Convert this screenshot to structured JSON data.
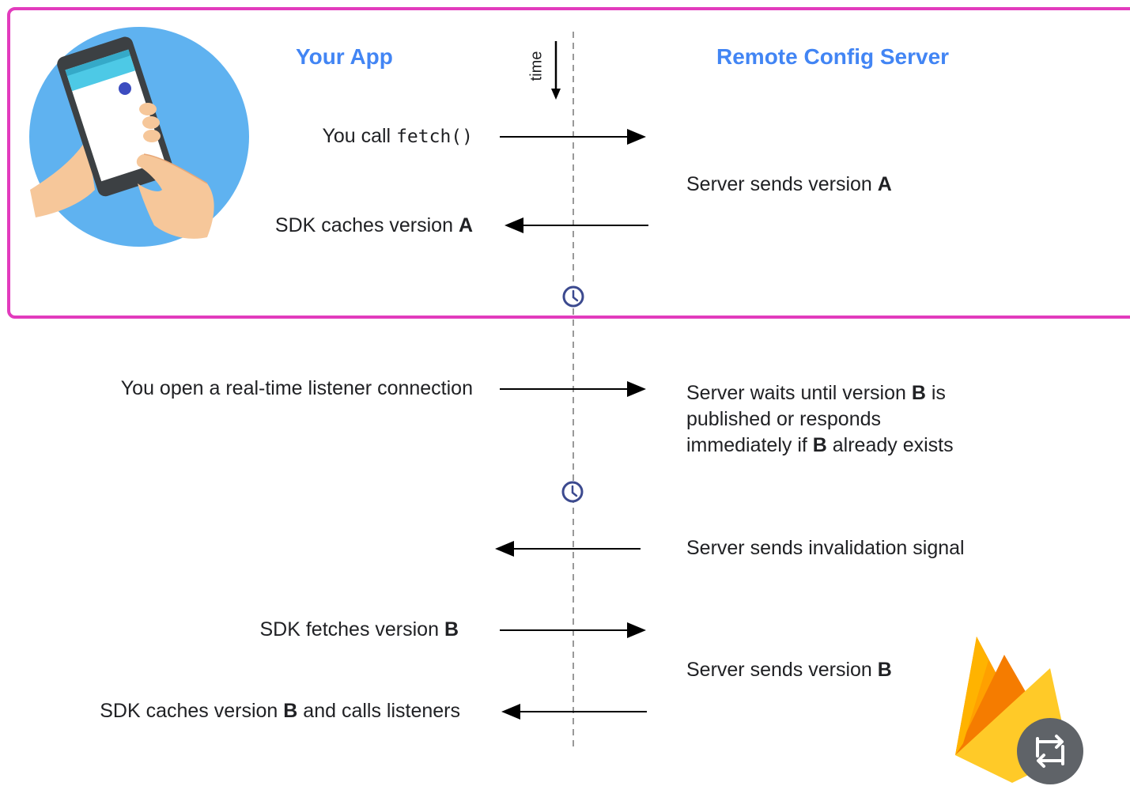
{
  "columns": {
    "left_header": "Your App",
    "right_header": "Remote Config Server",
    "time_label": "time"
  },
  "messages": {
    "m1": {
      "pre": "You call ",
      "code": "fetch()"
    },
    "m2": {
      "pre": "Server sends version ",
      "bold": "A"
    },
    "m3": {
      "pre": "SDK caches version ",
      "bold": "A"
    },
    "m4": {
      "text": "You open a real-time listener connection"
    },
    "m5": {
      "line1_pre": "Server waits until version ",
      "line1_bold": "B",
      "line1_post": " is",
      "line2": "published or responds",
      "line3_pre": "immediately if ",
      "line3_bold": "B",
      "line3_post": " already exists"
    },
    "m6": {
      "text": "Server sends invalidation signal"
    },
    "m7": {
      "pre": "SDK fetches version ",
      "bold": "B"
    },
    "m8": {
      "pre": "Server sends version ",
      "bold": "B"
    },
    "m9": {
      "pre": "SDK caches version ",
      "bold": "B",
      "post": " and calls listeners"
    }
  },
  "colors": {
    "highlight": "#e23bbd",
    "header_blue": "#4285f4",
    "clock": "#3c4a8f"
  },
  "icons": [
    "phone-illustration",
    "clock-icon",
    "firebase-logo",
    "remote-config-icon"
  ]
}
